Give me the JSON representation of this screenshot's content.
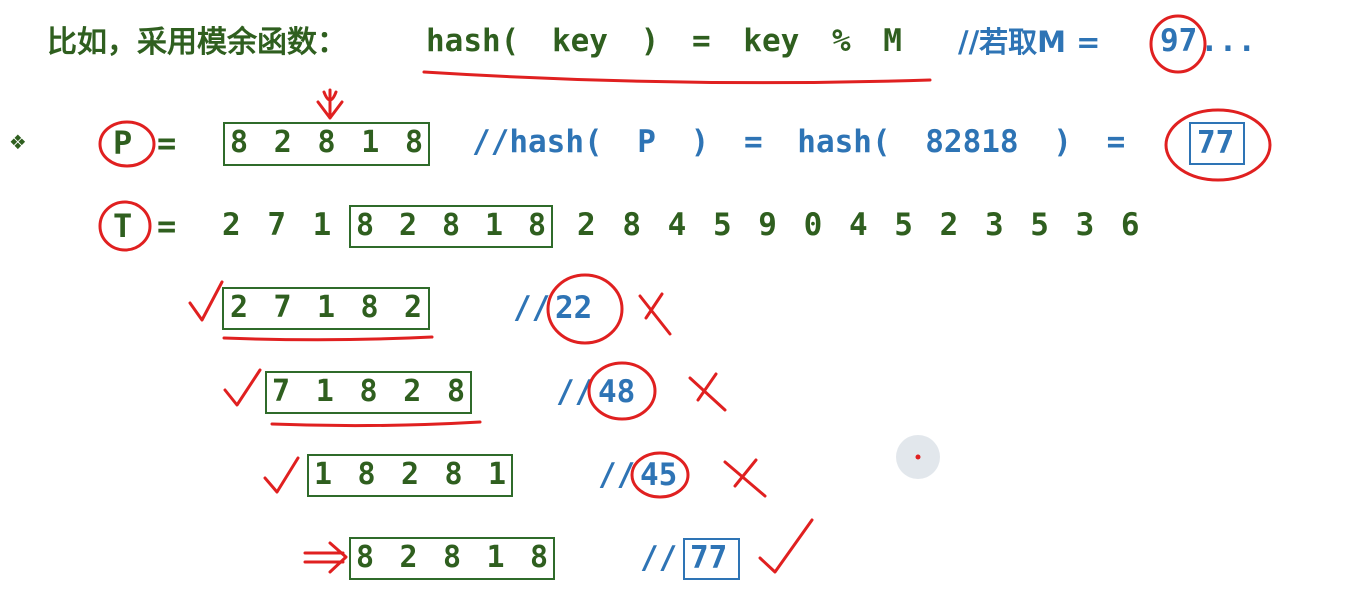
{
  "header": {
    "lead": "比如，采用模余函数：",
    "formula": "hash( key ) = key % M",
    "note_prefix": "//若取M = ",
    "modulus": "97",
    "ellipsis": "..."
  },
  "pattern": {
    "bullet": "❖",
    "label": "P",
    "eq": "=",
    "digits": [
      "8",
      "2",
      "8",
      "1",
      "8"
    ],
    "comment": "//hash( P ) = hash( 82818 ) =",
    "hash_value": "77"
  },
  "text": {
    "label": "T",
    "eq": "=",
    "prefix": "2 7 1",
    "window_digits": [
      "8",
      "2",
      "8",
      "1",
      "8"
    ],
    "suffix": "2 8 4 5 9 0 4 5 2 3 5 3 6"
  },
  "windows": [
    {
      "digits": [
        "2",
        "7",
        "1",
        "8",
        "2"
      ],
      "slashes": "//",
      "hash": "22",
      "mark": "cross"
    },
    {
      "digits": [
        "7",
        "1",
        "8",
        "2",
        "8"
      ],
      "slashes": "//",
      "hash": "48",
      "mark": "cross"
    },
    {
      "digits": [
        "1",
        "8",
        "2",
        "8",
        "1"
      ],
      "slashes": "//",
      "hash": "45",
      "mark": "cross"
    },
    {
      "digits": [
        "8",
        "2",
        "8",
        "1",
        "8"
      ],
      "slashes": "//",
      "hash": "77",
      "mark": "check"
    }
  ],
  "colors": {
    "green_text": "#2f5f1f",
    "blue_text": "#2e74b5",
    "annotation_red": "#e02020"
  }
}
